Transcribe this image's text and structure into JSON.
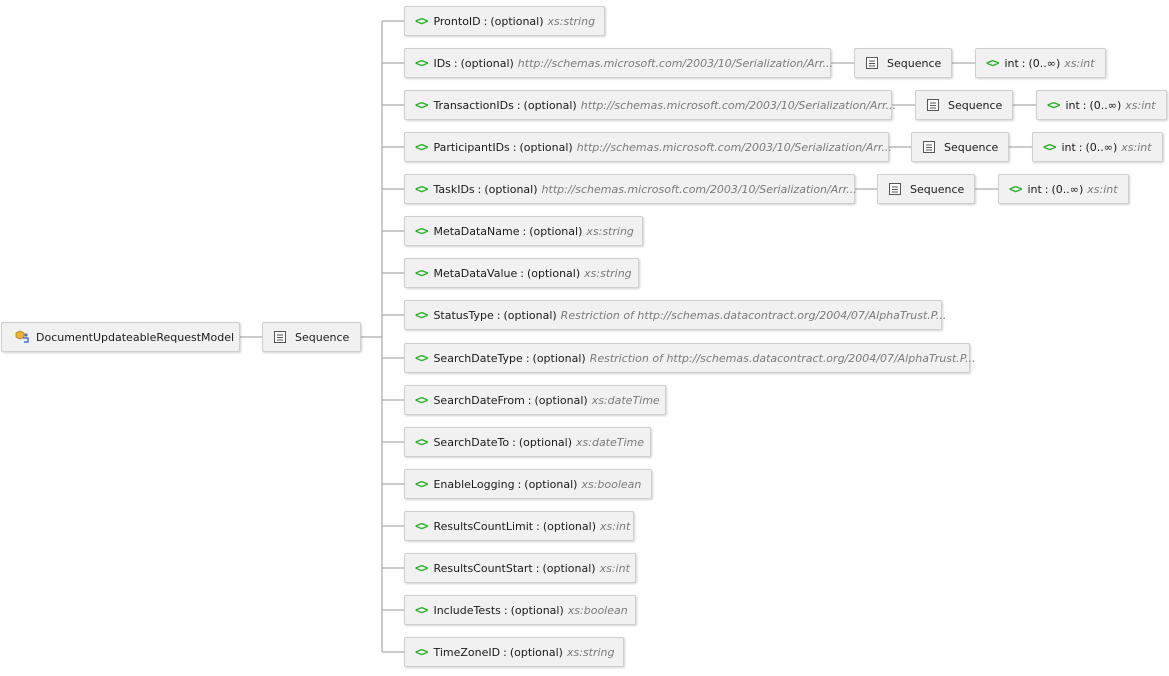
{
  "root": {
    "label": "DocumentUpdateableRequestModel",
    "icon": "complex-type-icon"
  },
  "root_sequence": {
    "label": "Sequence",
    "icon": "sequence-icon"
  },
  "colors": {
    "element_icon": "#22b022",
    "type_text": "#7a7a7a",
    "wire": "#9a9a9a",
    "node_bg": "#f1f1f1"
  },
  "elements": [
    {
      "name": "ProntoID",
      "card": "(optional)",
      "type": "xs:string"
    },
    {
      "name": "IDs",
      "card": "(optional)",
      "type": "http://schemas.microsoft.com/2003/10/Serialization/Arr...",
      "seq": "Sequence",
      "child": {
        "name": "int",
        "card": "(0..∞)",
        "type": "xs:int"
      }
    },
    {
      "name": "TransactionIDs",
      "card": "(optional)",
      "type": "http://schemas.microsoft.com/2003/10/Serialization/Arr...",
      "seq": "Sequence",
      "child": {
        "name": "int",
        "card": "(0..∞)",
        "type": "xs:int"
      }
    },
    {
      "name": "ParticipantIDs",
      "card": "(optional)",
      "type": "http://schemas.microsoft.com/2003/10/Serialization/Arr...",
      "seq": "Sequence",
      "child": {
        "name": "int",
        "card": "(0..∞)",
        "type": "xs:int"
      }
    },
    {
      "name": "TaskIDs",
      "card": "(optional)",
      "type": "http://schemas.microsoft.com/2003/10/Serialization/Arr...",
      "seq": "Sequence",
      "child": {
        "name": "int",
        "card": "(0..∞)",
        "type": "xs:int"
      }
    },
    {
      "name": "MetaDataName",
      "card": "(optional)",
      "type": "xs:string"
    },
    {
      "name": "MetaDataValue",
      "card": "(optional)",
      "type": "xs:string"
    },
    {
      "name": "StatusType",
      "card": "(optional)",
      "type": "Restriction of http://schemas.datacontract.org/2004/07/AlphaTrust.P..."
    },
    {
      "name": "SearchDateType",
      "card": "(optional)",
      "type": "Restriction of http://schemas.datacontract.org/2004/07/AlphaTrust.P..."
    },
    {
      "name": "SearchDateFrom",
      "card": "(optional)",
      "type": "xs:dateTime"
    },
    {
      "name": "SearchDateTo",
      "card": "(optional)",
      "type": "xs:dateTime"
    },
    {
      "name": "EnableLogging",
      "card": "(optional)",
      "type": "xs:boolean"
    },
    {
      "name": "ResultsCountLimit",
      "card": "(optional)",
      "type": "xs:int"
    },
    {
      "name": "ResultsCountStart",
      "card": "(optional)",
      "type": "xs:int"
    },
    {
      "name": "IncludeTests",
      "card": "(optional)",
      "type": "xs:boolean"
    },
    {
      "name": "TimeZoneID",
      "card": "(optional)",
      "type": "xs:string"
    }
  ]
}
